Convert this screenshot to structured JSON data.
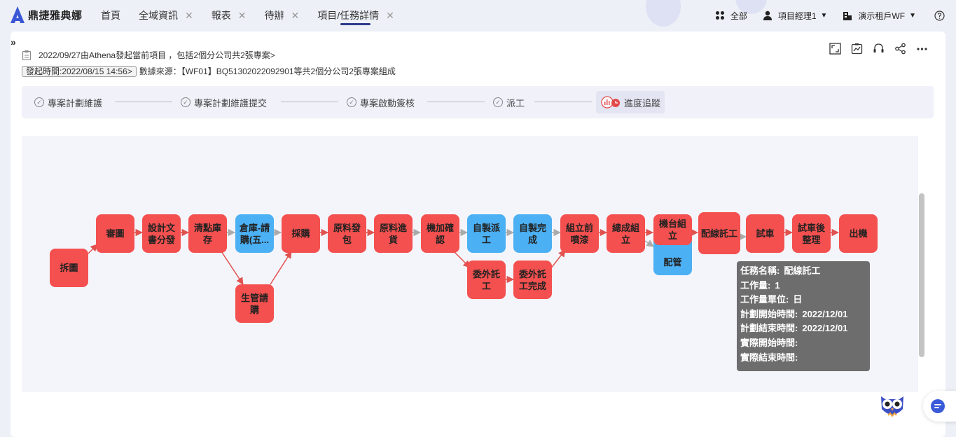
{
  "brand": {
    "name": "鼎捷雅典娜",
    "accent": "#3a57d6"
  },
  "nav": {
    "tabs": [
      {
        "label": "首頁",
        "closable": false
      },
      {
        "label": "全域資訊",
        "closable": true
      },
      {
        "label": "報表",
        "closable": true
      },
      {
        "label": "待辦",
        "closable": true
      },
      {
        "label": "項目/任務詳情",
        "closable": true,
        "active": true
      }
    ]
  },
  "topright": {
    "scope": "全部",
    "role": "項目經理1",
    "tenant": "演示租戶WF"
  },
  "icons": {
    "scope": "grid-icon",
    "role": "user-icon",
    "tenant": "building-icon",
    "help": "help-icon"
  },
  "header": {
    "summary": "2022/09/27由Athena發起當前項目 ，包括2個分公司共2張專案>",
    "start_time": "發起時間:2022/08/15 14:56>",
    "source": "數據來源：【WF01】BQ51302022092901等共2個分公司2張專案組成"
  },
  "steps": [
    {
      "label": "專案計劃維護",
      "state": "done"
    },
    {
      "label": "專案計劃維護提交",
      "state": "done"
    },
    {
      "label": "專案啟動簽核",
      "state": "done"
    },
    {
      "label": "派工",
      "state": "done"
    },
    {
      "label": "進度追蹤",
      "state": "current"
    }
  ],
  "flow": {
    "colors": {
      "red": "#f4504f",
      "blue": "#4bb0f4"
    },
    "nodes": [
      {
        "id": "n1",
        "label": "拆圖",
        "color": "red"
      },
      {
        "id": "n2",
        "label": "審圖",
        "color": "red"
      },
      {
        "id": "n3",
        "label": "設計文書分發",
        "color": "red"
      },
      {
        "id": "n4",
        "label": "清點庫存",
        "color": "red"
      },
      {
        "id": "n5",
        "label": "倉庫-請購(五...",
        "color": "blue"
      },
      {
        "id": "n6",
        "label": "生管請購",
        "color": "red"
      },
      {
        "id": "n7",
        "label": "採購",
        "color": "red"
      },
      {
        "id": "n8",
        "label": "原料發包",
        "color": "red"
      },
      {
        "id": "n9",
        "label": "原料進貨",
        "color": "red"
      },
      {
        "id": "n10",
        "label": "機加確認",
        "color": "red"
      },
      {
        "id": "n11",
        "label": "自製派工",
        "color": "blue"
      },
      {
        "id": "n12",
        "label": "自製完成",
        "color": "blue"
      },
      {
        "id": "n13",
        "label": "委外託工",
        "color": "red"
      },
      {
        "id": "n14",
        "label": "委外託工完成",
        "color": "red"
      },
      {
        "id": "n15",
        "label": "組立前噴漆",
        "color": "red"
      },
      {
        "id": "n16",
        "label": "總成組立",
        "color": "red"
      },
      {
        "id": "n17",
        "label": "機台組立",
        "color": "red"
      },
      {
        "id": "n18",
        "label": "配管",
        "color": "blue"
      },
      {
        "id": "n19",
        "label": "配線託工",
        "color": "red"
      },
      {
        "id": "n20",
        "label": "試車",
        "color": "red"
      },
      {
        "id": "n21",
        "label": "試車後整理",
        "color": "red"
      },
      {
        "id": "n22",
        "label": "出機",
        "color": "red"
      }
    ]
  },
  "tooltip": {
    "name_label": "任務名稱:",
    "name_value": "配線託工",
    "qty_label": "工作量:",
    "qty_value": "1",
    "unit_label": "工作量單位:",
    "unit_value": "日",
    "plan_start_label": "計劃開始時間:",
    "plan_start_value": "2022/12/01",
    "plan_end_label": "計劃結束時間:",
    "plan_end_value": "2022/12/01",
    "actual_start_label": "實際開始時間:",
    "actual_start_value": "",
    "actual_end_label": "實際結束時間:",
    "actual_end_value": ""
  }
}
